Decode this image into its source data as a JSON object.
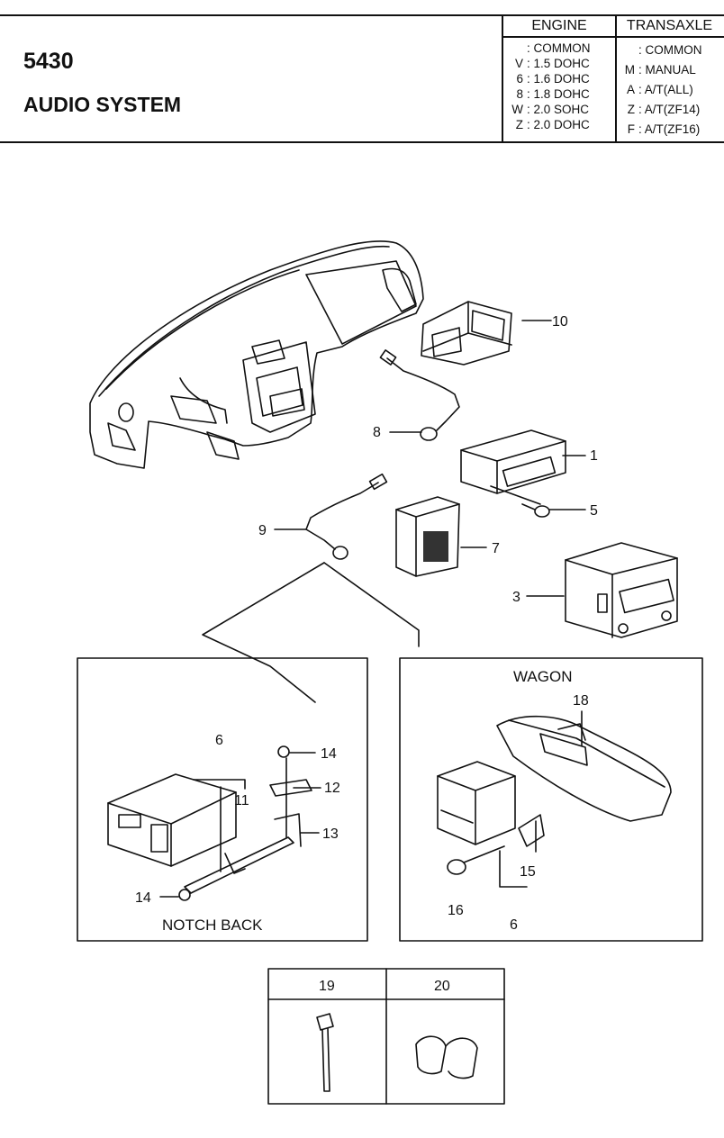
{
  "section": {
    "number": "5430",
    "title": "AUDIO SYSTEM"
  },
  "engine": {
    "header": "ENGINE",
    "codes": [
      {
        "code": "",
        "desc": ": COMMON"
      },
      {
        "code": "V",
        "desc": ": 1.5 DOHC"
      },
      {
        "code": "6",
        "desc": ": 1.6 DOHC"
      },
      {
        "code": "8",
        "desc": ": 1.8 DOHC"
      },
      {
        "code": "W",
        "desc": ": 2.0 SOHC"
      },
      {
        "code": "Z",
        "desc": ": 2.0 DOHC"
      }
    ]
  },
  "transaxle": {
    "header": "TRANSAXLE",
    "codes": [
      {
        "code": "",
        "desc": ": COMMON"
      },
      {
        "code": "M",
        "desc": ": MANUAL"
      },
      {
        "code": "A",
        "desc": ": A/T(ALL)"
      },
      {
        "code": "Z",
        "desc": ": A/T(ZF14)"
      },
      {
        "code": "F",
        "desc": ": A/T(ZF16)"
      }
    ]
  },
  "callouts": {
    "c1": "1",
    "c3": "3",
    "c5": "5",
    "c6a": "6",
    "c6b": "6",
    "c7": "7",
    "c8": "8",
    "c9": "9",
    "c10": "10",
    "c11": "11",
    "c12": "12",
    "c13": "13",
    "c14a": "14",
    "c14b": "14",
    "c15": "15",
    "c16": "16",
    "c18": "18"
  },
  "panels": {
    "notch_back": "NOTCH BACK",
    "wagon": "WAGON"
  },
  "accessories": {
    "col1": "19",
    "col2": "20"
  }
}
